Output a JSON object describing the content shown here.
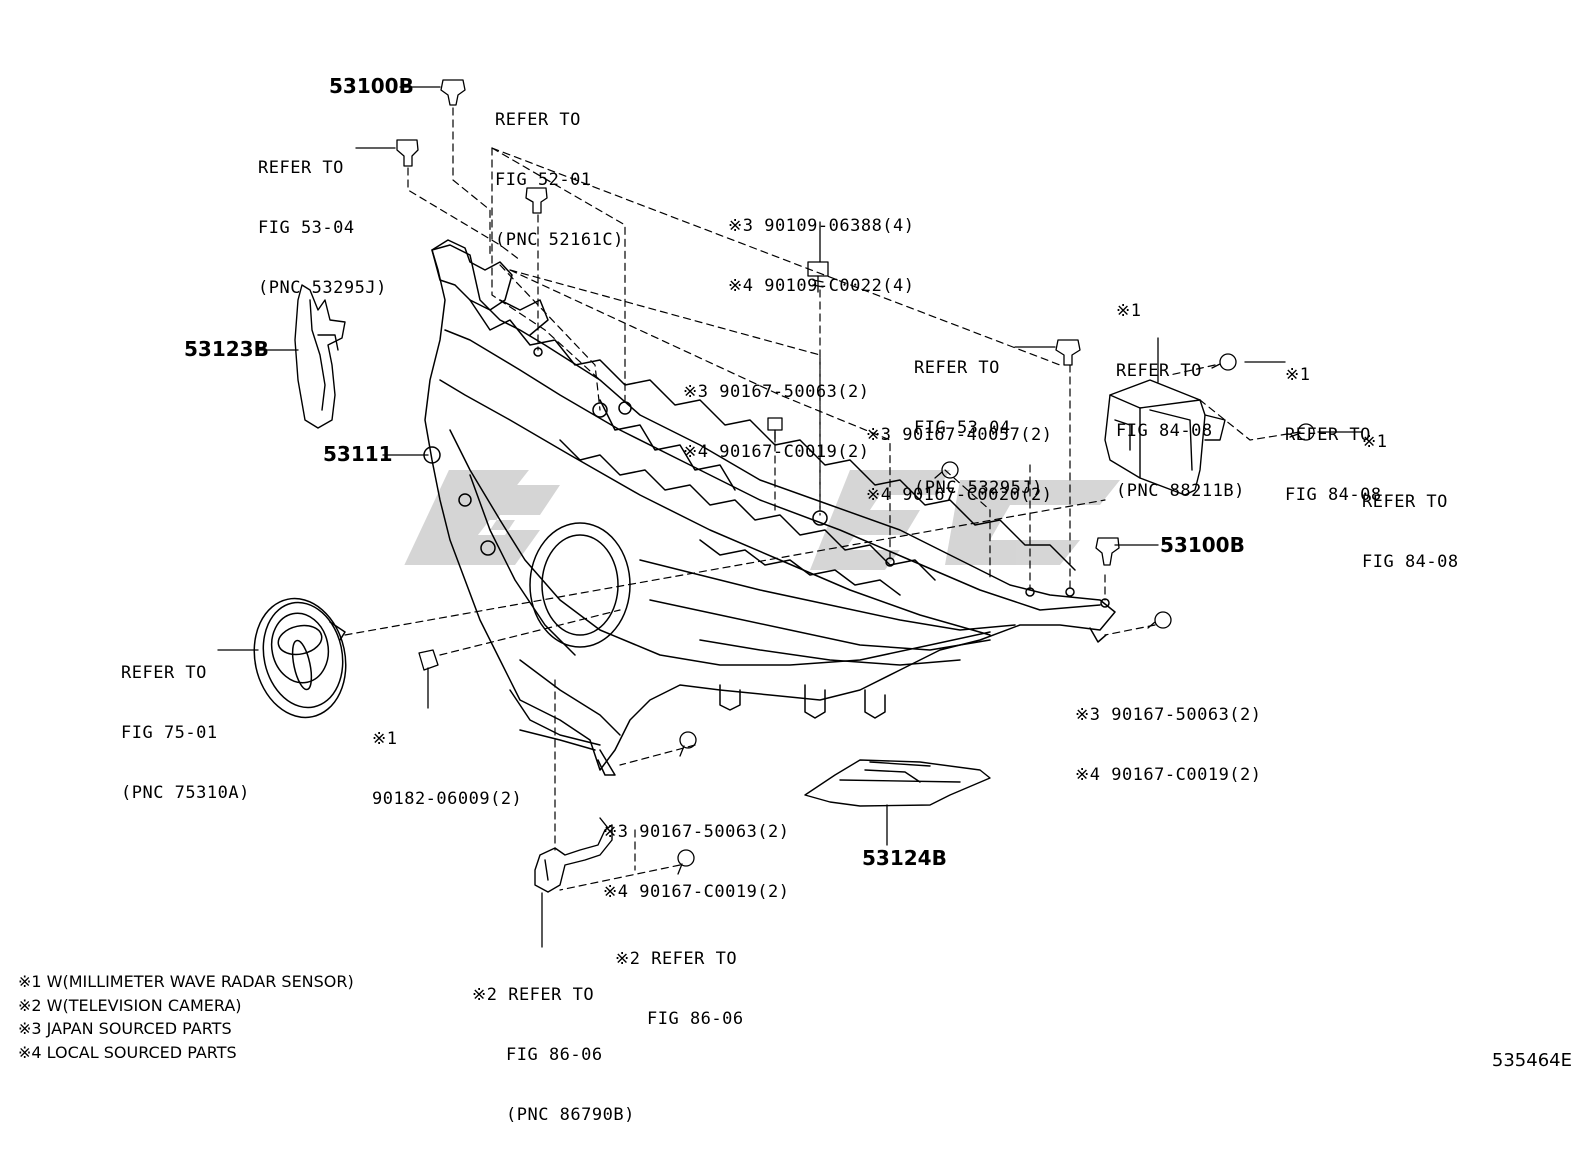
{
  "labels": {
    "p53100b_top": "53100B",
    "refer_52_01": [
      "REFER TO",
      "FIG 52-01",
      "(PNC 52161C)"
    ],
    "refer_53_04_left": [
      "REFER TO",
      "FIG 53-04",
      "(PNC 53295J)"
    ],
    "p53123b": "53123B",
    "p53111": "53111",
    "refer_75_01": [
      "REFER TO",
      "FIG 75-01",
      "(PNC 75310A)"
    ],
    "clip_90182": [
      "※1",
      "90182-06009(2)"
    ],
    "bolt_top": [
      "※3 90109-06388(4)",
      "※4 90109-C0022(4)"
    ],
    "screw_a": [
      "※3 90167-50063(2)",
      "※4 90167-C0019(2)"
    ],
    "screw_b": [
      "※3 90167-40057(2)",
      "※4 90167-C0020(2)"
    ],
    "refer_53_04_right": [
      "REFER TO",
      "FIG 53-04",
      "(PNC 53295J)"
    ],
    "refer_84_08_a": [
      "※1",
      "REFER TO",
      "FIG 84-08",
      "(PNC 88211B)"
    ],
    "refer_84_08_b": [
      "※1",
      "REFER TO",
      "FIG 84-08"
    ],
    "refer_84_08_c": [
      "※1",
      "REFER TO",
      "FIG 84-08"
    ],
    "p53100b_right": "53100B",
    "screw_right": [
      "※3 90167-50063(2)",
      "※4 90167-C0019(2)"
    ],
    "screw_bottom": [
      "※3 90167-50063(2)",
      "※4 90167-C0019(2)"
    ],
    "refer_86_06_right": [
      "※2 REFER TO",
      "FIG 86-06"
    ],
    "refer_86_06_bottom": [
      "※2 REFER TO",
      "FIG 86-06",
      "(PNC 86790B)"
    ],
    "p53124b": "53124B"
  },
  "notes": [
    "※1 W(MILLIMETER WAVE RADAR SENSOR)",
    "※2 W(TELEVISION CAMERA)",
    "※3 JAPAN SOURCED PARTS",
    "※4 LOCAL SOURCED PARTS"
  ],
  "illustration_code": "535464E"
}
